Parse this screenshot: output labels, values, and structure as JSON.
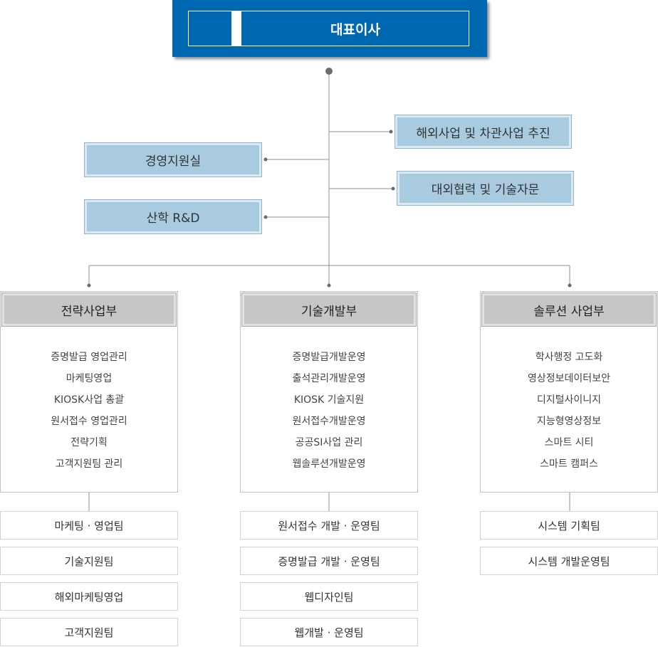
{
  "ceo": {
    "label": "대표이사"
  },
  "staff": {
    "overseas": "해외사업 및 차관사업 추진",
    "management": "경영지원실",
    "cooperation": "대외협력 및 기술자문",
    "rnd": "산학 R&D"
  },
  "divisions": [
    {
      "title": "전략사업부",
      "items": [
        "증명발급 영업관리",
        "마케팅영업",
        "KIOSK사업 총괄",
        "원서접수 영업관리",
        "전략기획",
        "고객지원팀 관리"
      ],
      "teams": [
        "마케팅 · 영업팀",
        "기술지원팀",
        "해외마케팅영업",
        "고객지원팀"
      ]
    },
    {
      "title": "기술개발부",
      "items": [
        "증명발급개발운영",
        "출석관리개발운영",
        "KIOSK 기술지원",
        "원서접수개발운영",
        "공공SI사업 관리",
        "웹솔루션개발운영"
      ],
      "teams": [
        "원서접수 개발 · 운영팀",
        "증명발급 개발 · 운영팀",
        "웹디자인팀",
        "웹개발 · 운영팀"
      ]
    },
    {
      "title": "솔루션 사업부",
      "items": [
        "학사행정 고도화",
        "영상정보데이터보안",
        "디지털사이니지",
        "지능형영상정보",
        "스마트 시티",
        "스마트 캠퍼스"
      ],
      "teams": [
        "시스템 기획팀",
        "시스템 개발운영팀"
      ]
    }
  ],
  "colors": {
    "ceo_blue": "#0068b0",
    "staff_blue": "#a8cbe0",
    "division_gray": "#c6c6c6",
    "line": "#7f8a94"
  }
}
